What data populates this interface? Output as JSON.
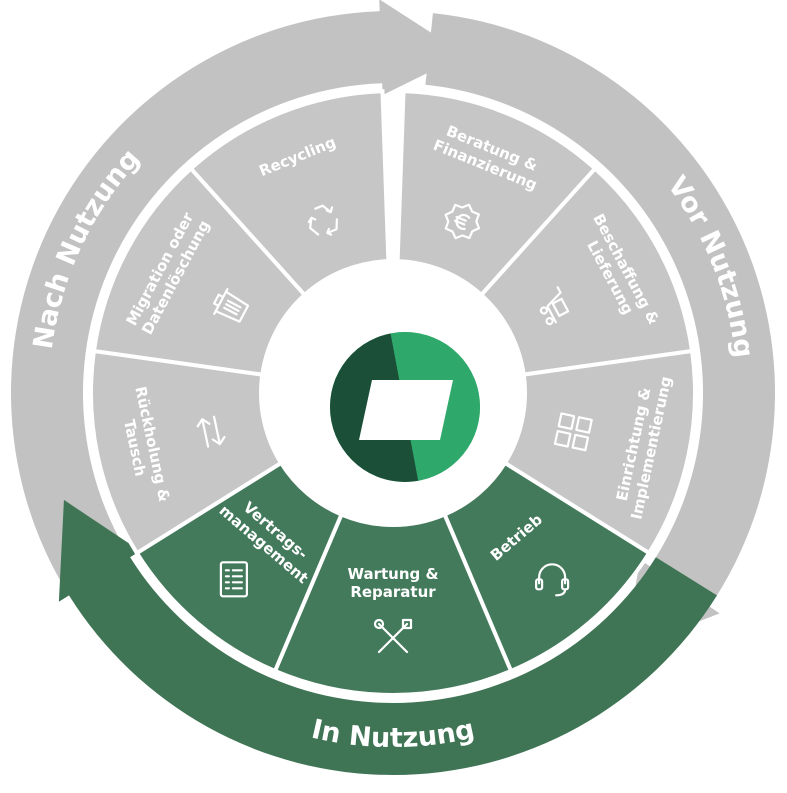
{
  "phases": {
    "before": "Vor Nutzung",
    "during": "In Nutzung",
    "after": "Nach Nutzung"
  },
  "segments": [
    {
      "id": "beratung",
      "lines": [
        "Beratung &",
        "Finanzierung"
      ],
      "icon": "euro-badge-icon",
      "phase": "before"
    },
    {
      "id": "beschaffung",
      "lines": [
        "Beschaffung &",
        "Lieferung"
      ],
      "icon": "delivery-cart-icon",
      "phase": "before"
    },
    {
      "id": "einrichtung",
      "lines": [
        "Einrichtung &",
        "Implementierung"
      ],
      "icon": "grid-apps-icon",
      "phase": "before"
    },
    {
      "id": "betrieb",
      "lines": [
        "Betrieb"
      ],
      "icon": "headset-icon",
      "phase": "during"
    },
    {
      "id": "wartung",
      "lines": [
        "Wartung &",
        "Reparatur"
      ],
      "icon": "tools-icon",
      "phase": "during"
    },
    {
      "id": "vertrag",
      "lines": [
        "Vertrags-",
        "management"
      ],
      "icon": "document-list-icon",
      "phase": "during"
    },
    {
      "id": "rueckholung",
      "lines": [
        "Rückholung &",
        "Tausch"
      ],
      "icon": "swap-arrows-icon",
      "phase": "after"
    },
    {
      "id": "migration",
      "lines": [
        "Migration oder",
        "Datenlöschung"
      ],
      "icon": "trash-icon",
      "phase": "after"
    },
    {
      "id": "recycling",
      "lines": [
        "Recycling"
      ],
      "icon": "recycle-icon",
      "phase": "after"
    }
  ],
  "colors": {
    "grey_segment": "#c6c6c6",
    "grey_ring": "#c2c2c2",
    "green_segment": "#447a5c",
    "green_ring": "#3f7555",
    "logo_dark": "#1c4f38",
    "logo_light": "#2fa96b",
    "white": "#ffffff"
  }
}
